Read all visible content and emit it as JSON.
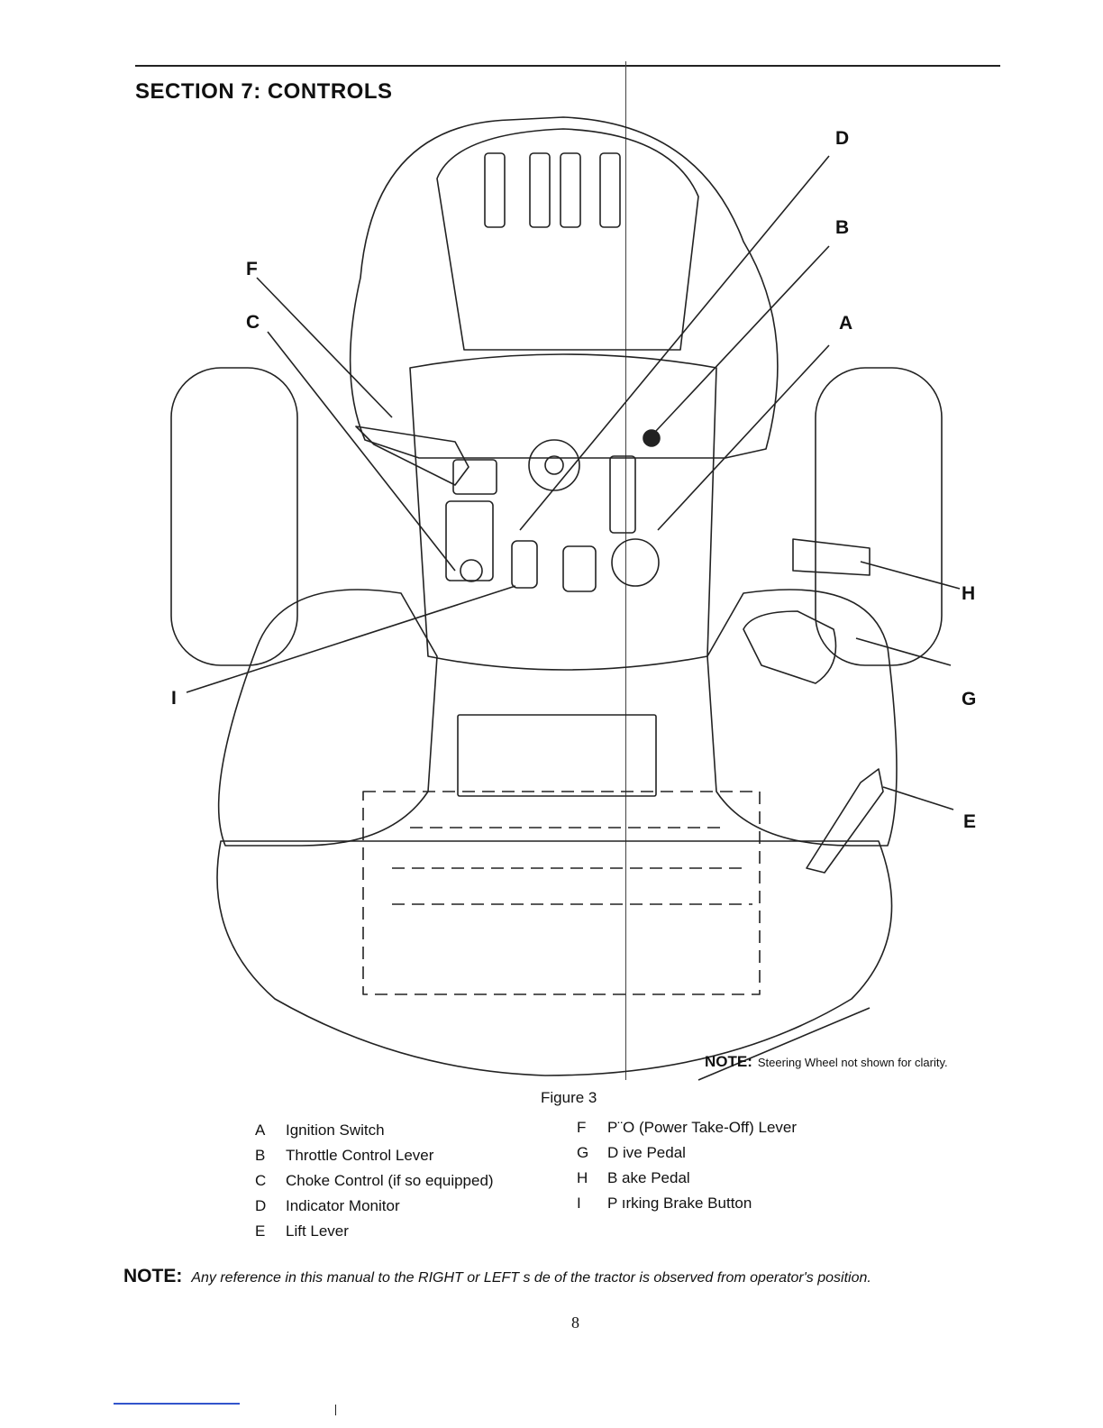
{
  "section_title": "SECTION 7:  CONTROLS",
  "callouts": [
    "D",
    "B",
    "F",
    "C",
    "A",
    "H",
    "I",
    "G",
    "E"
  ],
  "figure_note": {
    "label": "NOTE:",
    "text": "Steering Wheel not shown for clarity."
  },
  "figure_caption": "Figure 3",
  "legend": {
    "col1": [
      {
        "key": "A",
        "label": "Ignition Switch"
      },
      {
        "key": "B",
        "label": "Throttle Control Lever"
      },
      {
        "key": "C",
        "label": "Choke Control (if so equipped)"
      },
      {
        "key": "D",
        "label": "Indicator Monitor"
      },
      {
        "key": "E",
        "label": "Lift Lever"
      }
    ],
    "col2": [
      {
        "key": "F",
        "label": "P¨O (Power Take-Off) Lever"
      },
      {
        "key": "G",
        "label": "D ive Pedal"
      },
      {
        "key": "H",
        "label": "B ake Pedal"
      },
      {
        "key": "I",
        "label": "P ırking Brake Button"
      }
    ]
  },
  "bottom_note": {
    "label": "NOTE:",
    "text": "Any reference in this manual to the RIGHT or LEFT s de of the tractor is observed from operator's position."
  },
  "page_number": "8"
}
